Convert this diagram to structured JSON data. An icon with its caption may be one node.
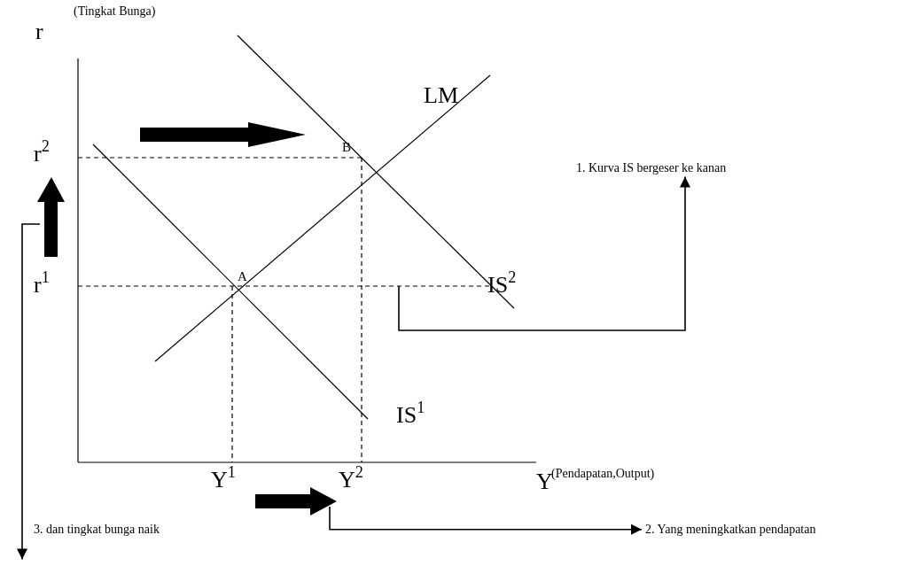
{
  "diagram": {
    "nodes": [
      {
        "text": [
          "1. Kurva IS bergeser ke kanan"
        ]
      },
      {
        "text": [
          "2. Yang meningkatkan pendapatan"
        ]
      },
      {
        "text": [
          "3. dan tingkat bunga naik"
        ]
      }
    ],
    "edges": [
      {
        "from": null,
        "to": 0,
        "arrow": "to"
      },
      {
        "from": null,
        "to": 1,
        "arrow": "to"
      },
      {
        "from": null,
        "to": 2,
        "arrow": "to"
      }
    ],
    "labels": [
      "r",
      "(Tingkat Bunga)",
      "LM",
      "r$^{2}$",
      "B",
      "r$^{1}$",
      "A",
      "IS$^{2}$",
      "IS$^{1}$",
      "Y$^{1}$",
      "Y$^{2}$",
      "Y",
      "(Pendapatan,Output)"
    ]
  }
}
